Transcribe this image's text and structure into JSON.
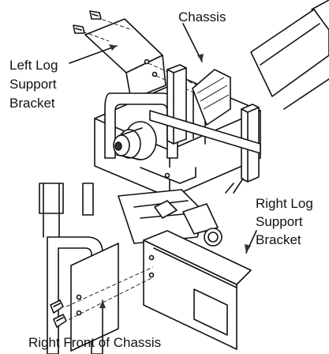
{
  "labels": {
    "chassis": "Chassis",
    "left_bracket": [
      "Left Log",
      "Support",
      "Bracket"
    ],
    "right_bracket": [
      "Right Log",
      "Support",
      "Bracket"
    ],
    "right_front": "Right Front of Chassis"
  }
}
